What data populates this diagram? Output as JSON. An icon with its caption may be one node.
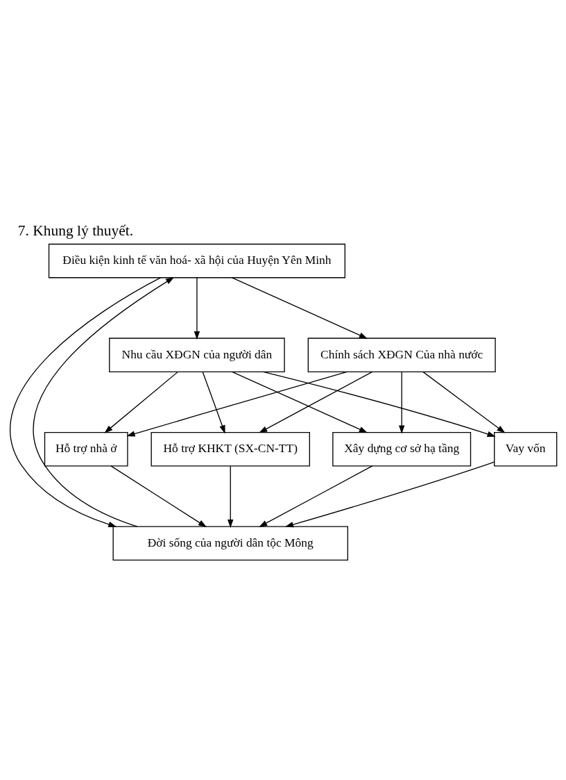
{
  "diagram": {
    "title": "7. Khung lý thuyết.",
    "nodes": [
      {
        "text": [
          "Điều kiện kinh tế văn hoá- xã hội của Huyện Yên Minh"
        ]
      },
      {
        "text": [
          "Chính sách XĐGN Của nhà nước"
        ]
      },
      {
        "text": [
          "Nhu cầu XĐGN của người dân"
        ]
      },
      {
        "text": [
          "Vay vốn"
        ]
      },
      {
        "text": [
          "Hỗ trợ nhà ở"
        ]
      },
      {
        "text": [
          "Hỗ trợ KHKT (SX-CN-TT)"
        ]
      },
      {
        "text": [
          "Xây dựng cơ sở hạ tầng"
        ]
      },
      {
        "text": [
          "Đời sống của người dân tộc Mông"
        ]
      }
    ],
    "edges": [
      {
        "from": 0,
        "to": 1,
        "arrow": "to"
      },
      {
        "from": 0,
        "to": 2,
        "arrow": "to"
      },
      {
        "from": 1,
        "to": 3,
        "arrow": "to"
      },
      {
        "from": 1,
        "to": 4,
        "arrow": "to"
      },
      {
        "from": 1,
        "to": 5,
        "arrow": "to"
      },
      {
        "from": 1,
        "to": 6,
        "arrow": "to"
      },
      {
        "from": 2,
        "to": 3,
        "arrow": "to"
      },
      {
        "from": 2,
        "to": 4,
        "arrow": "to"
      },
      {
        "from": 2,
        "to": 5,
        "arrow": "to"
      },
      {
        "from": 2,
        "to": 6,
        "arrow": "to"
      },
      {
        "from": 3,
        "to": 7,
        "arrow": "to"
      },
      {
        "from": 4,
        "to": 7,
        "arrow": "to"
      },
      {
        "from": 5,
        "to": 7,
        "arrow": "to"
      },
      {
        "from": 6,
        "to": 7,
        "arrow": "to"
      },
      {
        "from": 7,
        "to": 0,
        "arrow": "to"
      },
      {
        "from": 0,
        "to": 7,
        "arrow": "to"
      }
    ]
  }
}
